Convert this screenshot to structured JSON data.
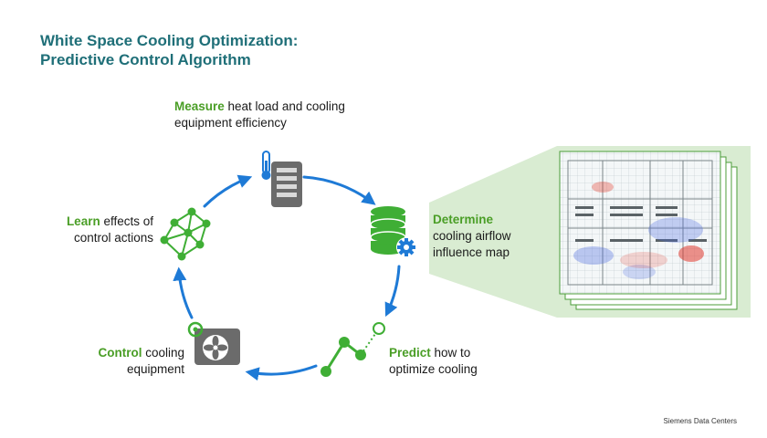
{
  "title": {
    "line1": "White Space Cooling Optimization:",
    "line2": "Predictive Control Algorithm"
  },
  "steps": {
    "measure": {
      "keyword": "Measure",
      "line1_rest": " heat load and cooling",
      "line2": "equipment efficiency",
      "icon": "thermometer-server-icon"
    },
    "determine": {
      "keyword": "Determine",
      "line2": "cooling airflow",
      "line3": "influence map",
      "icon": "database-gear-icon"
    },
    "predict": {
      "keyword": "Predict",
      "line1_rest": " how to",
      "line2": "optimize cooling",
      "icon": "trend-nodes-icon"
    },
    "control": {
      "keyword": "Control",
      "line1_rest": " cooling",
      "line2": "equipment",
      "icon": "fan-unit-icon"
    },
    "learn": {
      "keyword": "Learn",
      "line1_rest": " effects of",
      "line2": "control actions",
      "icon": "network-mesh-icon"
    }
  },
  "footer": "Siemens Data Centers",
  "colors": {
    "title": "#1f6f78",
    "keyword": "#4a9e26",
    "arrow": "#1e7ad6",
    "panel": "#d9ecd2",
    "icon_gray": "#6b6b6b",
    "icon_green": "#3fae35"
  }
}
